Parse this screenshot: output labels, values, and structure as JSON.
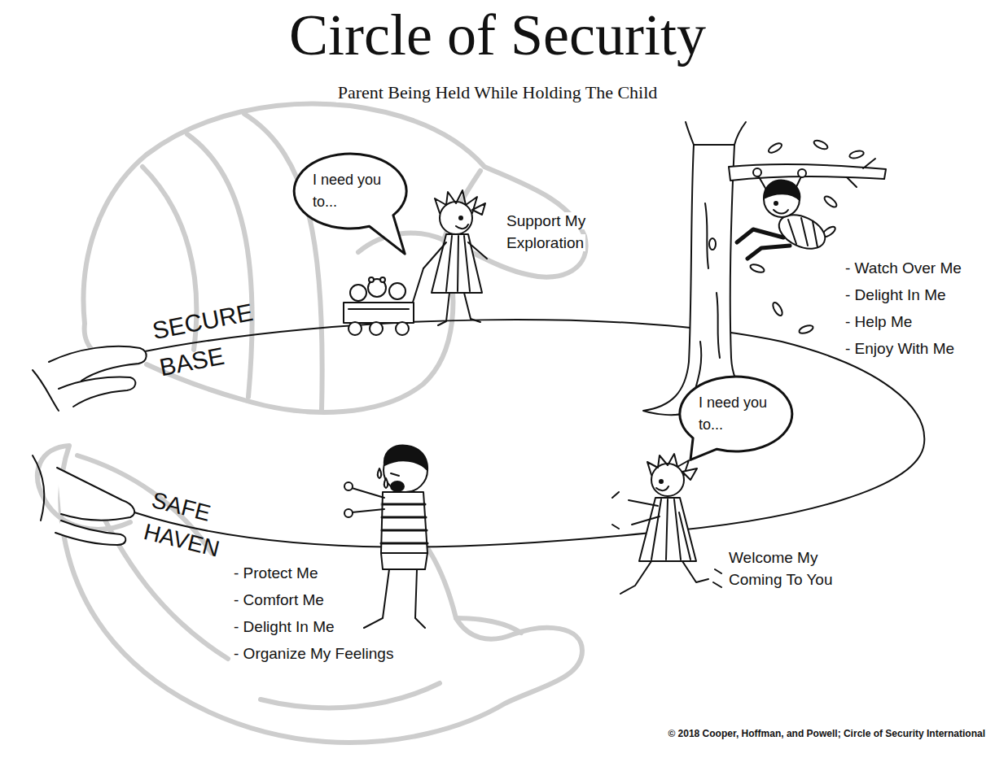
{
  "diagram": {
    "title": "Circle of Security",
    "nodes": [
      {
        "text": [
          "I need you to..."
        ]
      },
      {
        "text": [
          "I need you to..."
        ]
      }
    ],
    "labels": [
      "Parent Being Held While Holding The Child",
      "Support My Exploration",
      "- Watch Over Me",
      "- Delight In Me",
      "- Help Me",
      "- Enjoy With Me",
      "SECURE BASE",
      "SAFE HAVEN",
      "- Protect Me",
      "- Comfort Me",
      "- Delight In Me",
      "- Organize My Feelings",
      "Welcome My Coming To You",
      "© 2018 Cooper, Hoffman, and Powell; Circle of Security International"
    ]
  }
}
